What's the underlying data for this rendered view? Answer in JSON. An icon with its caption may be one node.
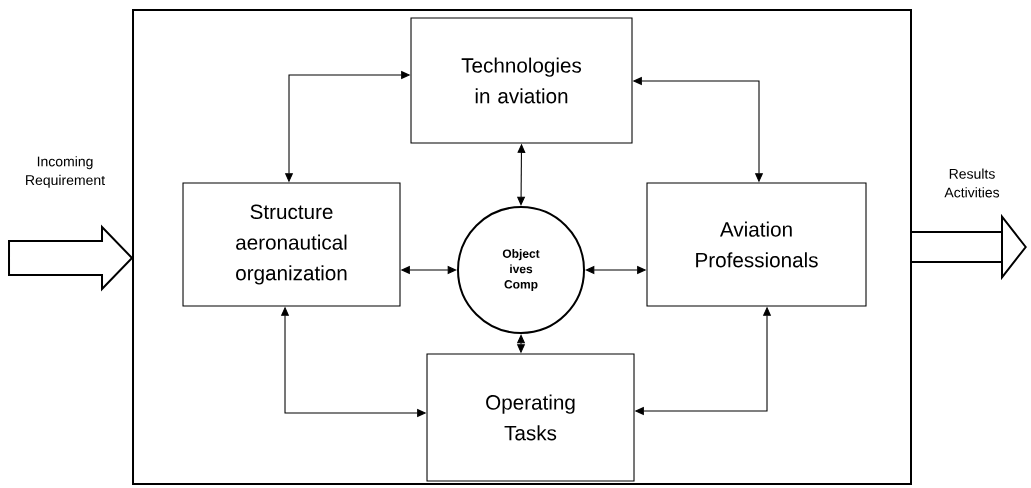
{
  "diagram": {
    "nodes": [
      {
        "text": [],
        "shape": "box"
      },
      {
        "text": [
          "Technologies in aviation"
        ],
        "in": 0
      },
      {
        "text": [
          "Structure aeronautical organization"
        ],
        "in": 0
      },
      {
        "text": [
          "Object ives Comp"
        ],
        "in": 0
      },
      {
        "text": [
          "Aviation Professionals"
        ],
        "in": 0
      },
      {
        "text": [
          "Operating Tasks"
        ],
        "in": 0
      }
    ],
    "edges": [
      {
        "from": null,
        "to": 0,
        "arrow": "to",
        "label": "Incoming Requirement",
        "style": "thick"
      },
      {
        "from": 0,
        "to": null,
        "arrow": "to",
        "label": "Results Activities",
        "style": "thick"
      },
      {
        "from": 2,
        "to": 1,
        "arrow": "both"
      },
      {
        "from": 1,
        "to": 4,
        "arrow": "both"
      },
      {
        "from": 1,
        "to": 3,
        "arrow": "both"
      },
      {
        "from": 2,
        "to": 3,
        "arrow": "both"
      },
      {
        "from": 3,
        "to": 4,
        "arrow": "both"
      },
      {
        "from": 3,
        "to": 5,
        "arrow": "both"
      },
      {
        "from": 2,
        "to": 5,
        "arrow": "both"
      },
      {
        "from": 4,
        "to": 5,
        "arrow": "both"
      }
    ]
  }
}
